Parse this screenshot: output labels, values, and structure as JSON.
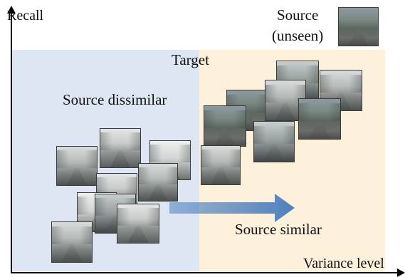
{
  "labels": {
    "y_axis": "Recall",
    "x_axis": "Variance level",
    "target": "Target",
    "source_dissimilar": "Source dissimilar",
    "source_similar": "Source similar",
    "source_unseen_line1": "Source",
    "source_unseen_line2": "(unseen)"
  },
  "colors": {
    "left_region": "#dde6f2",
    "right_region": "#fdf1dc",
    "arrow": "#4f81bd"
  },
  "images": {
    "source_unseen": "clear-street-photo",
    "source_dissimilar_group": "foggy-road-photos",
    "source_similar_group": "mildly-foggy-street-photos"
  }
}
